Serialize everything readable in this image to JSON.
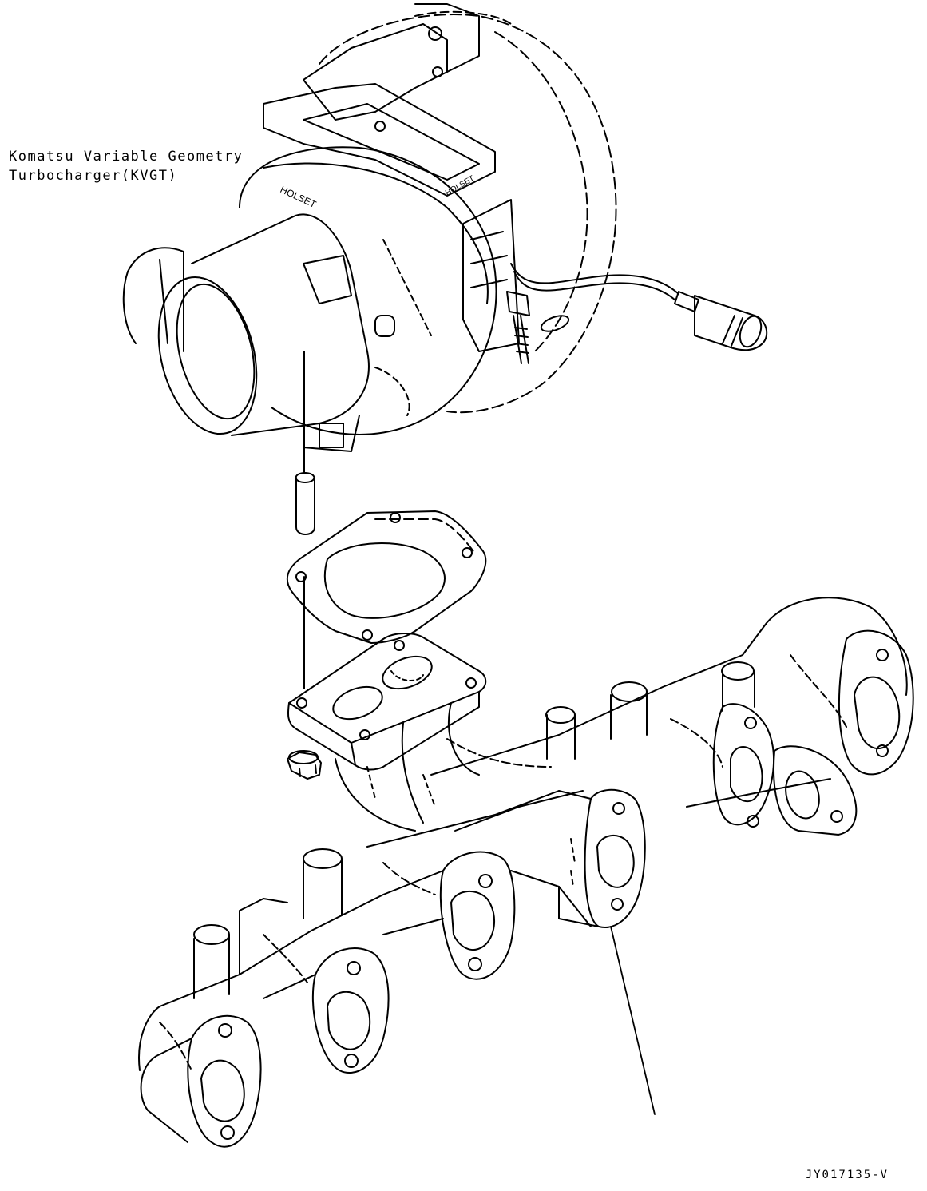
{
  "callout": {
    "line1": "Komatsu Variable Geometry",
    "line2": "Turbocharger(KVGT)"
  },
  "drawing_number": "JY017135-V",
  "colors": {
    "line": "#000000",
    "background": "#ffffff"
  },
  "parts": [
    {
      "name": "turbocharger",
      "leader": "none"
    },
    {
      "name": "speed-sensor-connector",
      "leader": "none"
    },
    {
      "name": "stud",
      "leader": "stud"
    },
    {
      "name": "gasket",
      "leader": "gasket"
    },
    {
      "name": "nut",
      "leader": "none"
    },
    {
      "name": "exhaust-manifold-rear",
      "leader": "none"
    },
    {
      "name": "exhaust-manifold-front",
      "leader": "manifold"
    }
  ]
}
